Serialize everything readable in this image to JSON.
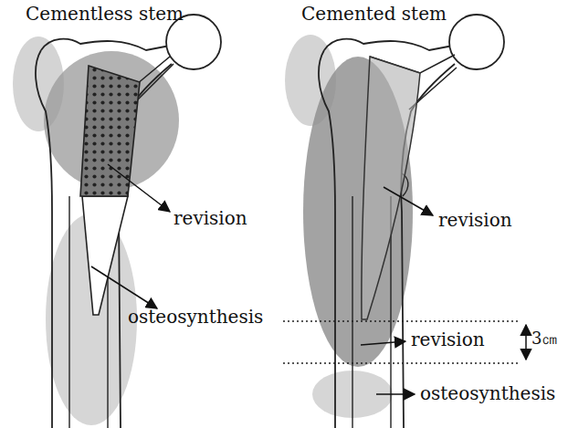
{
  "diagram": {
    "labels": [
      "Cementless stem",
      "Cemented stem",
      "revision",
      "osteosynthesis",
      "revision",
      "revision",
      "3㎝",
      "osteosynthesis"
    ]
  }
}
